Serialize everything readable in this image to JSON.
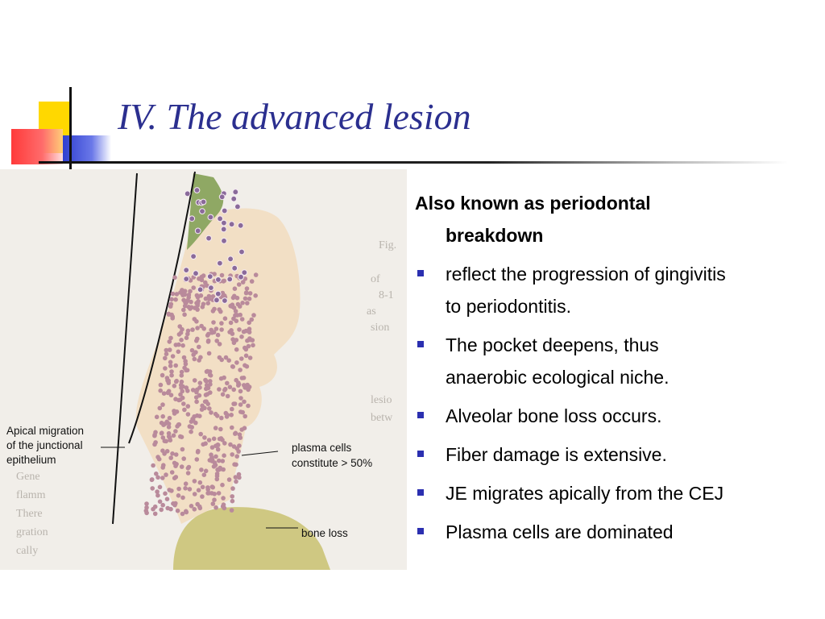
{
  "title": "IV. The advanced lesion",
  "figure": {
    "label_apical": [
      "Apical migration",
      "of the junctional",
      "epithelium"
    ],
    "label_plasma": [
      "plasma cells",
      "constitute > 50%"
    ],
    "label_bone": "bone loss"
  },
  "content": {
    "lead_line1": "Also known as periodontal",
    "lead_line2": "breakdown",
    "items": [
      [
        "reflect the progression of gingivitis",
        "to periodontitis."
      ],
      [
        "The pocket deepens, thus",
        "anaerobic ecological niche."
      ],
      [
        "Alveolar bone loss occurs."
      ],
      [
        "Fiber damage is extensive."
      ],
      [
        "JE migrates apically from the CEJ"
      ],
      [
        "Plasma cells are dominated"
      ]
    ]
  },
  "colors": {
    "title": "#2b2f8f",
    "bullet": "#2b2fb0",
    "deco_yellow": "#ffd800",
    "deco_red": "#ff3a3a",
    "deco_blue": "#2f3fd0"
  }
}
